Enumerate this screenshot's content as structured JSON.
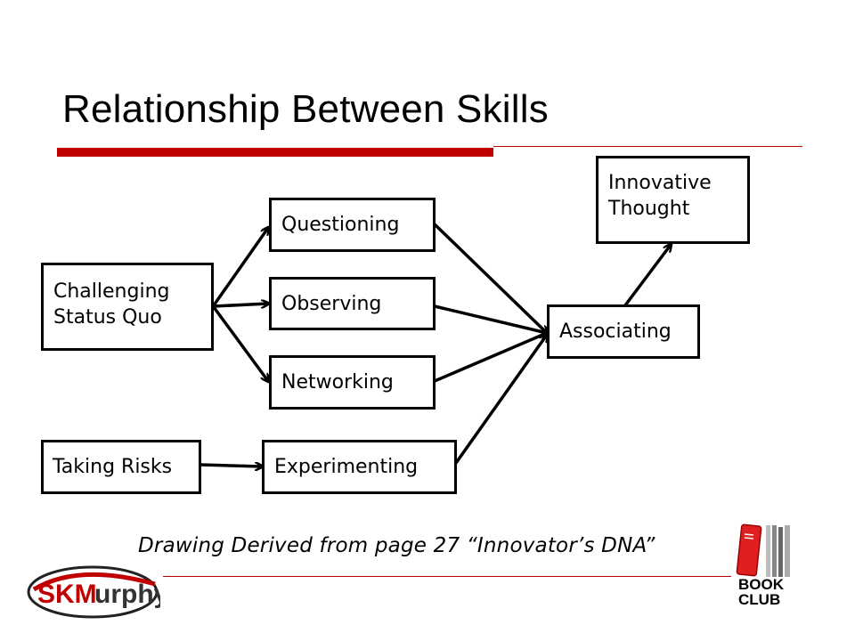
{
  "title": "Relationship Between Skills",
  "colors": {
    "accent": "#c00000",
    "box_border": "#000000",
    "text": "#000000"
  },
  "nodes": {
    "challenging_line1": "Challenging",
    "challenging_line2": "Status Quo",
    "questioning": "Questioning",
    "observing": "Observing",
    "networking": "Networking",
    "taking_risks": "Taking Risks",
    "experimenting": "Experimenting",
    "associating": "Associating",
    "innovative_line1": "Innovative",
    "innovative_line2": "Thought"
  },
  "edges": [
    {
      "from": "Challenging Status Quo",
      "to": "Questioning"
    },
    {
      "from": "Challenging Status Quo",
      "to": "Observing"
    },
    {
      "from": "Challenging Status Quo",
      "to": "Networking"
    },
    {
      "from": "Taking Risks",
      "to": "Experimenting"
    },
    {
      "from": "Questioning",
      "to": "Associating"
    },
    {
      "from": "Observing",
      "to": "Associating"
    },
    {
      "from": "Networking",
      "to": "Associating"
    },
    {
      "from": "Experimenting",
      "to": "Associating"
    },
    {
      "from": "Associating",
      "to": "Innovative Thought"
    }
  ],
  "caption": "Drawing Derived from page 27 “Innovator’s DNA”",
  "logo": {
    "brand_part1": "SKM",
    "brand_part2": "urphy"
  },
  "book_club": {
    "line1": "BOOK",
    "line2": "CLUB"
  }
}
